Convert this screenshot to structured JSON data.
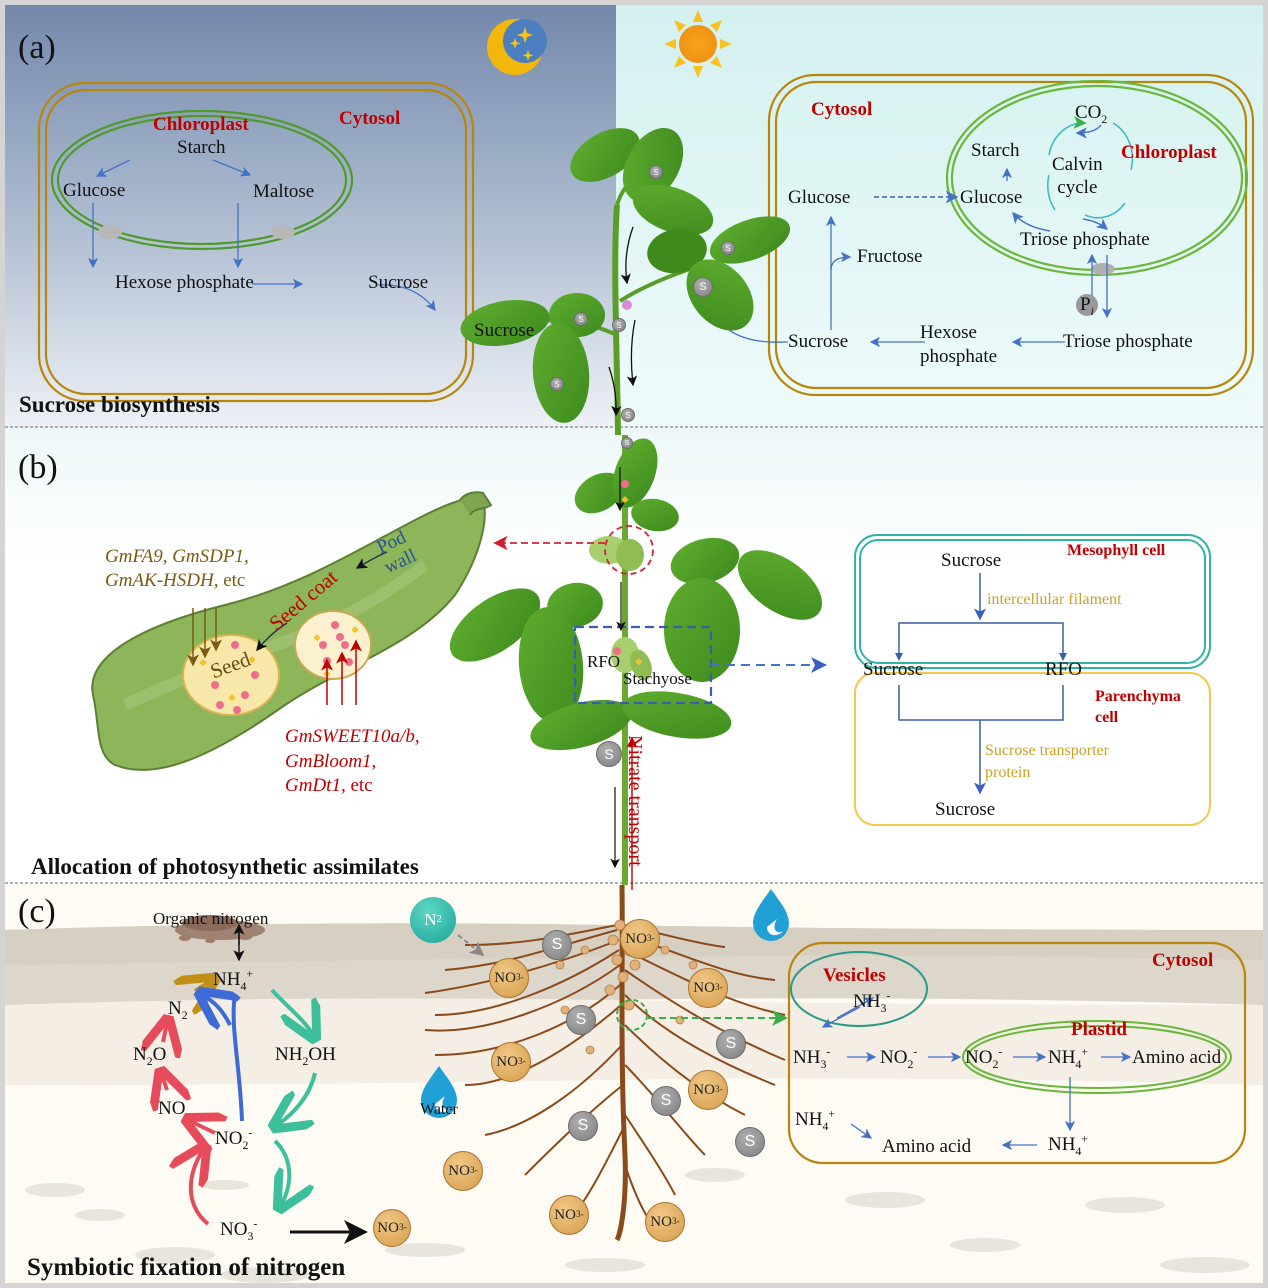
{
  "panel_a": {
    "label": "(a)",
    "section_title": "Sucrose biosynthesis",
    "night_icon": "moon-stars-icon",
    "day_icon": "sun-icon",
    "night_cell": {
      "cytosol": "Cytosol",
      "chloroplast": "Chloroplast",
      "starch": "Starch",
      "glucose": "Glucose",
      "maltose": "Maltose",
      "hexose_phosphate": "Hexose phosphate",
      "sucrose": "Sucrose"
    },
    "leaf_label": "Sucrose",
    "day_cell": {
      "cytosol": "Cytosol",
      "chloroplast": "Chloroplast",
      "co2": "CO",
      "co2_sub": "2",
      "starch": "Starch",
      "calvin_line1": "Calvin",
      "calvin_line2": "cycle",
      "glucose_chloroplast": "Glucose",
      "glucose_cytosol": "Glucose",
      "triose_phosphate_chloroplast": "Triose phosphate",
      "fructose": "Fructose",
      "pi": "P",
      "pi_sub": "i",
      "sucrose": "Sucrose",
      "hexose_line1": "Hexose",
      "hexose_line2": "phosphate",
      "triose_phosphate_cytosol": "Triose phosphate"
    }
  },
  "panel_b": {
    "label": "(b)",
    "section_title": "Allocation of photosynthetic assimilates",
    "pod": {
      "pod_wall_line1": "Pod",
      "pod_wall_line2": "wall",
      "seed_coat": "Seed coat",
      "seed": "Seed",
      "genes_top_line1": "GmFA9, GmSDP1,",
      "genes_top_line2_italic": "GmAK-HSDH,",
      "genes_top_line2_etc": " etc",
      "genes_bottom_line1": "GmSWEET10a/b,",
      "genes_bottom_line2": "GmBloom1,",
      "genes_bottom_line3_italic": "GmDt1,",
      "genes_bottom_line3_etc": " etc"
    },
    "plant": {
      "rfo": "RFO",
      "stachyose": "Stachyose",
      "nitrate_transport": "Nitrate transport"
    },
    "cells": {
      "mesophyll": "Mesophyll cell",
      "parenchyma_line1": "Parenchyma",
      "parenchyma_line2": "cell",
      "sucrose_top": "Sucrose",
      "intercellular": "intercellular filament",
      "sucrose_mid": "Sucrose",
      "rfo": "RFO",
      "transporter_line1": "Sucrose transporter",
      "transporter_line2": "protein",
      "sucrose_bottom": "Sucrose"
    }
  },
  "panel_c": {
    "label": "(c)",
    "section_title": "Symbiotic fixation of nitrogen",
    "cycle": {
      "organic_nitrogen": "Organic nitrogen",
      "nh4": "NH",
      "n2": "N",
      "n2o": "N",
      "nh2oh": "NH",
      "no": "NO",
      "no2": "NO",
      "no3": "NO"
    },
    "soil": {
      "n2_bubble": "N",
      "water": "Water",
      "s_label": "S",
      "no3_label": "NO"
    },
    "cell": {
      "cytosol": "Cytosol",
      "vesicles": "Vesicles",
      "plastid": "Plastid",
      "nh3_vesicle": "NH",
      "nh3": "NH",
      "no2_a": "NO",
      "no2_b": "NO",
      "nh4_plastid": "NH",
      "amino_acid_plastid": "Amino acid",
      "nh4_left": "NH",
      "amino_acid": "Amino acid",
      "nh4_bottom": "NH"
    }
  },
  "colors": {
    "night_top": "#7890b0",
    "day_bg": "#d4f1f0",
    "cytosol_border": "#b8860b",
    "chloroplast_border": "#5aa02c",
    "label_red": "#c00000",
    "arrow_blue": "#4472c4",
    "gene_gold": "#7a5c10",
    "gene_red": "#c00000"
  }
}
